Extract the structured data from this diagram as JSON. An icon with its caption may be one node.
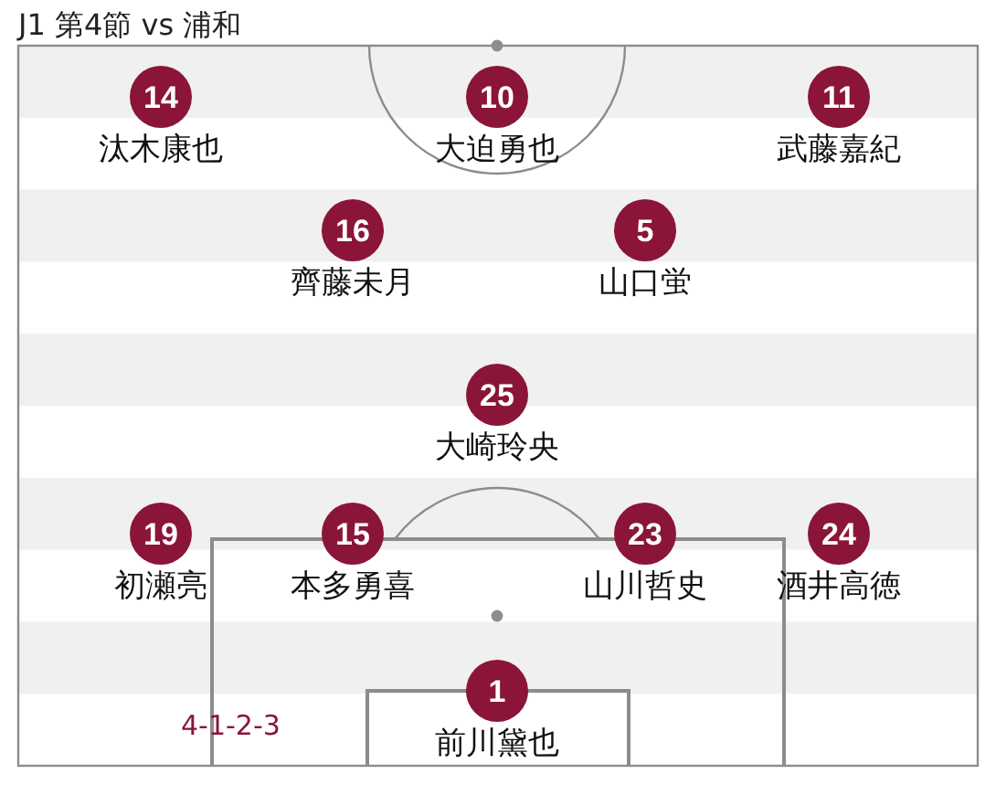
{
  "diagram": {
    "title": "J1 第4節 vs 浦和",
    "nodes": [
      {
        "text": [
          "14",
          "汰木康也"
        ]
      },
      {
        "text": [
          "10",
          "大迫勇也"
        ]
      },
      {
        "text": [
          "11",
          "武藤嘉紀"
        ]
      },
      {
        "text": [
          "16",
          "齊藤未月"
        ]
      },
      {
        "text": [
          "5",
          "山口蛍"
        ]
      },
      {
        "text": [
          "25",
          "大崎玲央"
        ]
      },
      {
        "text": [
          "19",
          "初瀬亮"
        ]
      },
      {
        "text": [
          "15",
          "本多勇喜"
        ]
      },
      {
        "text": [
          "23",
          "山川哲史"
        ]
      },
      {
        "text": [
          "24",
          "酒井高徳"
        ]
      },
      {
        "text": [
          "1",
          "前川黛也"
        ]
      }
    ],
    "labels": [
      "4-1-2-3"
    ]
  }
}
